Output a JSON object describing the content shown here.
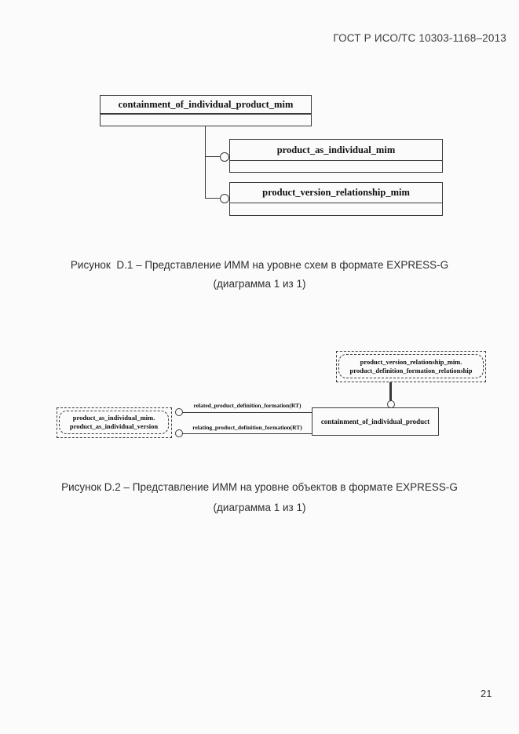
{
  "header": {
    "standard_ref": "ГОСТ Р ИСО/ТС 10303-1168–2013"
  },
  "figure_d1": {
    "schema_boxes": [
      {
        "label": "containment_of_individual_product_mim"
      },
      {
        "label": "product_as_individual_mim"
      },
      {
        "label": "product_version_relationship_mim"
      }
    ],
    "caption": {
      "line1": "Рисунок  D.1 – Представление ИММ на уровне схем в формате EXPRESS-G",
      "line2": "(диаграмма 1 из 1)"
    }
  },
  "figure_d2": {
    "interschema_ref_top": {
      "line1": "product_version_relationship_mim.",
      "line2": "product_definition_formation_relationship"
    },
    "interschema_ref_left": {
      "line1": "product_as_individual_mim.",
      "line2": "product_as_individual_version"
    },
    "entity_box_label": "containment_of_individual_product",
    "edge_labels": {
      "related": "related_product_definition_formation(RT)",
      "relating": "relating_product_definition_formation(RT)"
    },
    "caption": {
      "line1": "Рисунок D.2 – Представление ИММ на уровне объектов в формате EXPRESS-G",
      "line2": "(диаграмма 1 из 1)"
    }
  },
  "footer": {
    "page_number": "21"
  },
  "colors": {
    "line": "#3a3a3a",
    "text": "#111111",
    "background": "#fbfbfb"
  }
}
